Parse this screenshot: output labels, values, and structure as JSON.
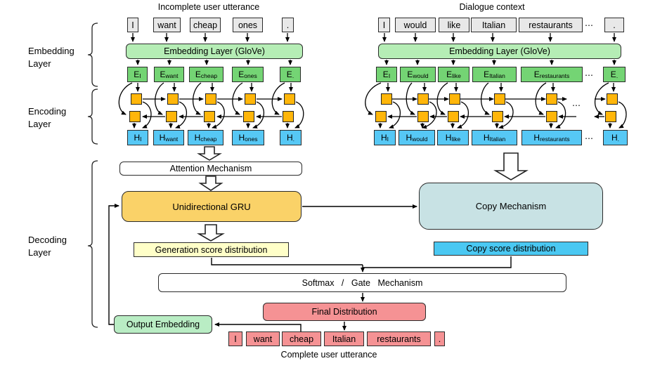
{
  "encoder_utterance": {
    "title": "Incomplete user utterance",
    "tokens": [
      "I",
      "want",
      "cheap",
      "ones",
      "."
    ],
    "embedding_layer_label": "Embedding Layer (GloVe)",
    "subscripts": [
      "I",
      "want",
      "cheap",
      "ones",
      "."
    ]
  },
  "encoder_context": {
    "title": "Dialogue context",
    "tokens": [
      "I",
      "would",
      "like",
      "Italian",
      "restaurants",
      "."
    ],
    "ellipsis": "⋯",
    "embedding_layer_label": "Embedding Layer (GloVe)",
    "subscripts": [
      "I",
      "would",
      "like",
      "Italian",
      "restaurants",
      "."
    ]
  },
  "prefixes": {
    "embedding": "E",
    "hidden": "H"
  },
  "side_labels": {
    "embedding": {
      "line1": "Embedding",
      "line2": "Layer"
    },
    "encoding": {
      "line1": "Encoding",
      "line2": "Layer"
    },
    "decoding": {
      "line1": "Decoding",
      "line2": "Layer"
    }
  },
  "decoder": {
    "attention_label": "Attention Mechanism",
    "gru_label": "Unidirectional GRU",
    "generation_label": "Generation score distribution",
    "copy_label": "Copy Mechanism",
    "copy_score_label": "Copy score distribution",
    "softmax_label": "Softmax / Gate Mechanism",
    "final_label": "Final Distribution",
    "output_embedding_label": "Output Embedding",
    "output_tokens": [
      "I",
      "want",
      "cheap",
      "Italian",
      "restaurants",
      "."
    ],
    "output_caption": "Complete user utterance"
  },
  "colors": {
    "token_fill": "#e8e8e8",
    "embedding_layer_fill": "#b5edb5",
    "embedding_vector_fill": "#74d474",
    "gru_cell_fill": "#ffb60a",
    "hidden_vector_fill": "#56c8f5",
    "decoder_gru_fill": "#fad268",
    "generation_fill": "#ffffc8",
    "copy_mechanism_fill": "#c8e2e4",
    "copy_score_fill": "#4ac8f2",
    "final_fill": "#f59294",
    "output_embedding_fill": "#b9edc4"
  }
}
